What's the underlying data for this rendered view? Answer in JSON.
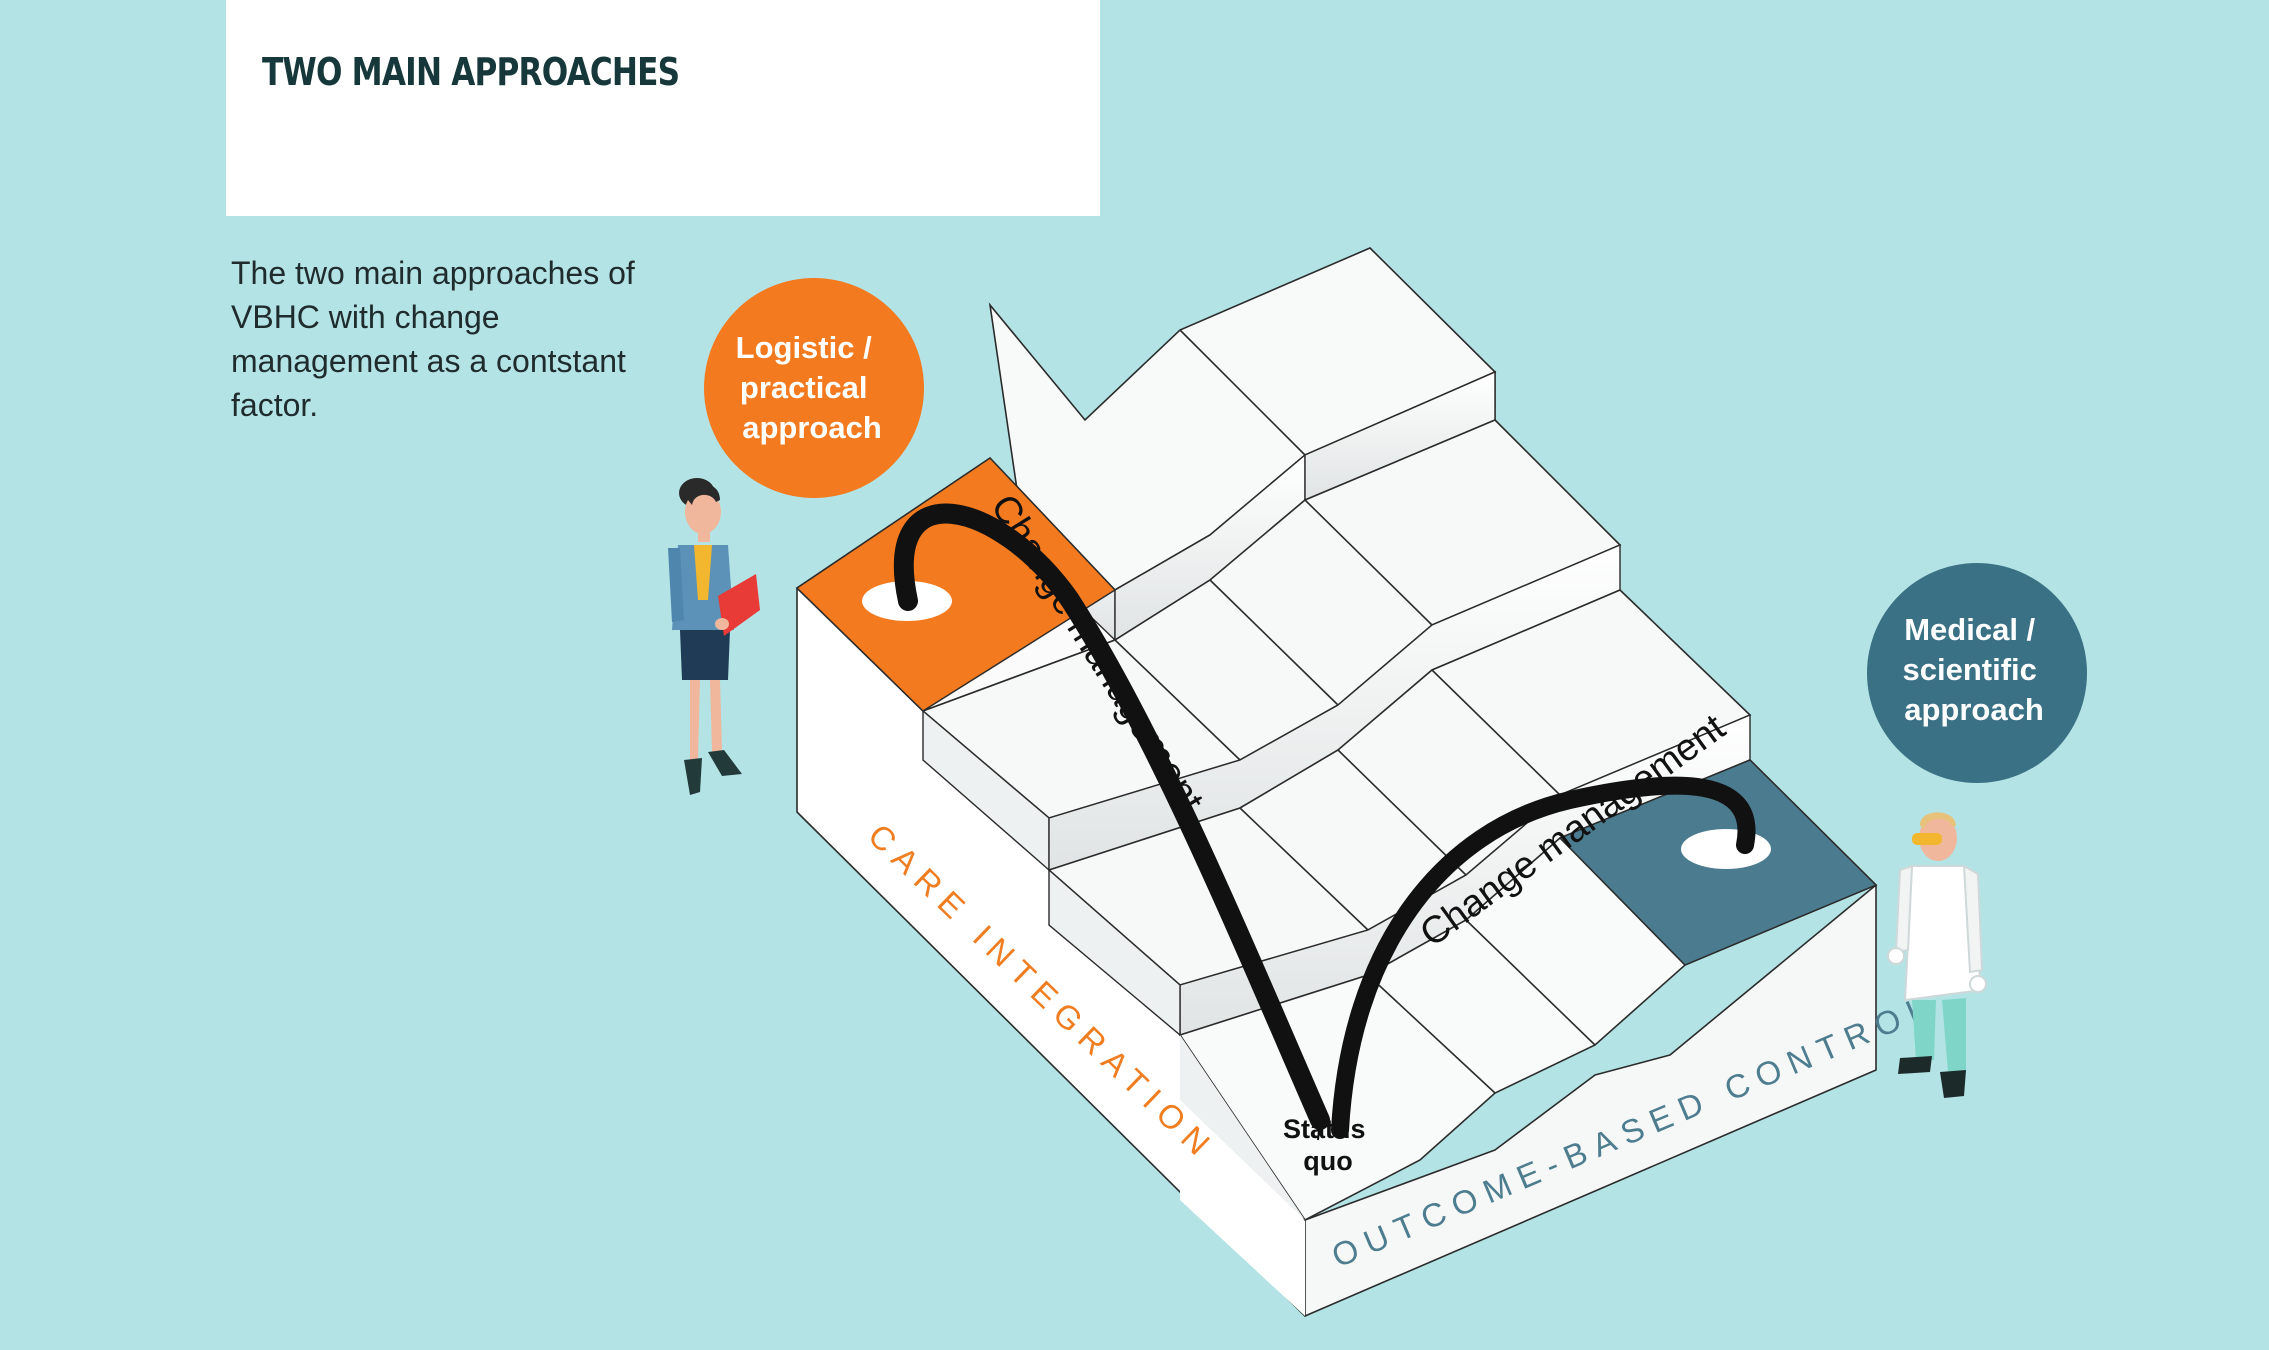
{
  "header": {
    "title": "TWO MAIN APPROACHES"
  },
  "description": "The two main approaches of VBHC with change management as a contstant factor.",
  "bubbles": {
    "logistic": {
      "lines": [
        "Logistic /",
        "practical",
        "approach"
      ],
      "color": "#f37a1f"
    },
    "medical": {
      "lines": [
        "Medical /",
        "scientific",
        "approach"
      ],
      "color": "#3a7185"
    }
  },
  "axes": {
    "left": "CARE INTEGRATION",
    "right": "OUTCOME-BASED CONTROL"
  },
  "arcs": {
    "left": "Change management",
    "right": "Change management"
  },
  "status": [
    "Status",
    "quo"
  ],
  "colors": {
    "background": "#b3e3e5",
    "orange": "#f37a1f",
    "blue": "#4a7b8f",
    "axis_left": "#f07d20",
    "axis_right": "#4d7d8e"
  }
}
